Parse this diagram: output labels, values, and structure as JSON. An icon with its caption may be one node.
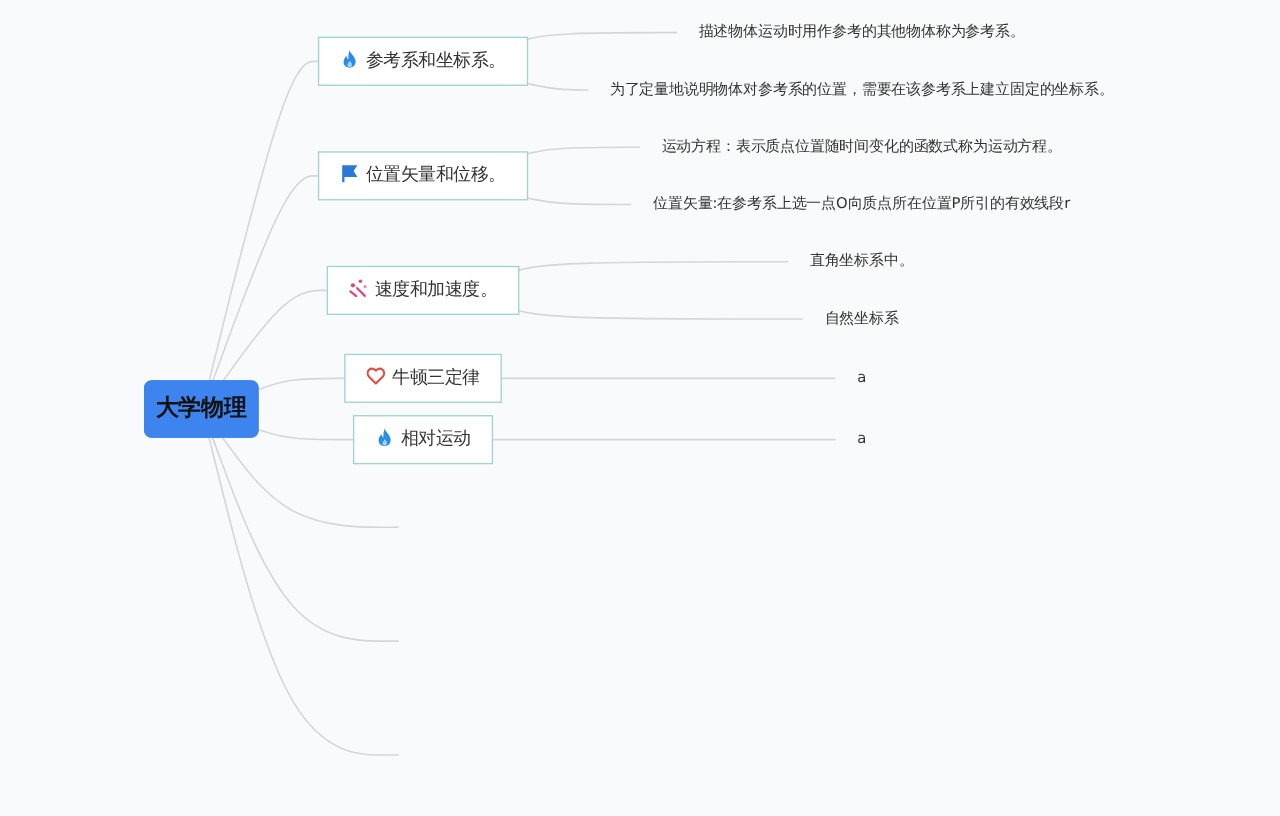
{
  "diagram": {
    "nodes": [
      {
        "text": [
          "大学物理"
        ]
      },
      {
        "text": [
          "参考系和坐标系。"
        ]
      },
      {
        "text": [
          "描述物体运动时用作参考的其他物体称为参考系。"
        ]
      },
      {
        "text": [
          "为了定量地说明物体对参考系的位置，需要在该参考系上建立固定的坐标系。"
        ]
      },
      {
        "text": [
          "位置矢量和位移。"
        ]
      },
      {
        "text": [
          "运动方程：表示质点位置随时间变化的函数式称为运动方程。"
        ]
      },
      {
        "text": [
          "位置矢量:在参考系上选一点O向质点所在位置P所引的有效线段r"
        ]
      },
      {
        "text": [
          "速度和加速度。"
        ]
      },
      {
        "text": [
          "直角坐标系中。"
        ]
      },
      {
        "text": [
          "自然坐标系"
        ]
      },
      {
        "text": [
          "牛顿三定律"
        ]
      },
      {
        "text": [
          "a"
        ]
      },
      {
        "text": [
          "相对运动"
        ]
      },
      {
        "text": [
          "a"
        ]
      }
    ],
    "edges": [
      {
        "from": 0,
        "to": 1,
        "arrow": "none"
      },
      {
        "from": 0,
        "to": 4,
        "arrow": "none"
      },
      {
        "from": 0,
        "to": 7,
        "arrow": "none"
      },
      {
        "from": 0,
        "to": 10,
        "arrow": "none"
      },
      {
        "from": 0,
        "to": 12,
        "arrow": "none"
      },
      {
        "from": 0,
        "to": null,
        "arrow": "none"
      },
      {
        "from": 0,
        "to": null,
        "arrow": "none"
      },
      {
        "from": 0,
        "to": null,
        "arrow": "none"
      },
      {
        "from": 1,
        "to": 2,
        "arrow": "none"
      },
      {
        "from": 1,
        "to": 3,
        "arrow": "none"
      },
      {
        "from": 4,
        "to": 5,
        "arrow": "none"
      },
      {
        "from": 4,
        "to": 6,
        "arrow": "none"
      },
      {
        "from": 7,
        "to": 8,
        "arrow": "none"
      },
      {
        "from": 7,
        "to": 9,
        "arrow": "none"
      },
      {
        "from": 10,
        "to": 11,
        "arrow": "none"
      },
      {
        "from": 12,
        "to": 13,
        "arrow": "none"
      }
    ]
  }
}
